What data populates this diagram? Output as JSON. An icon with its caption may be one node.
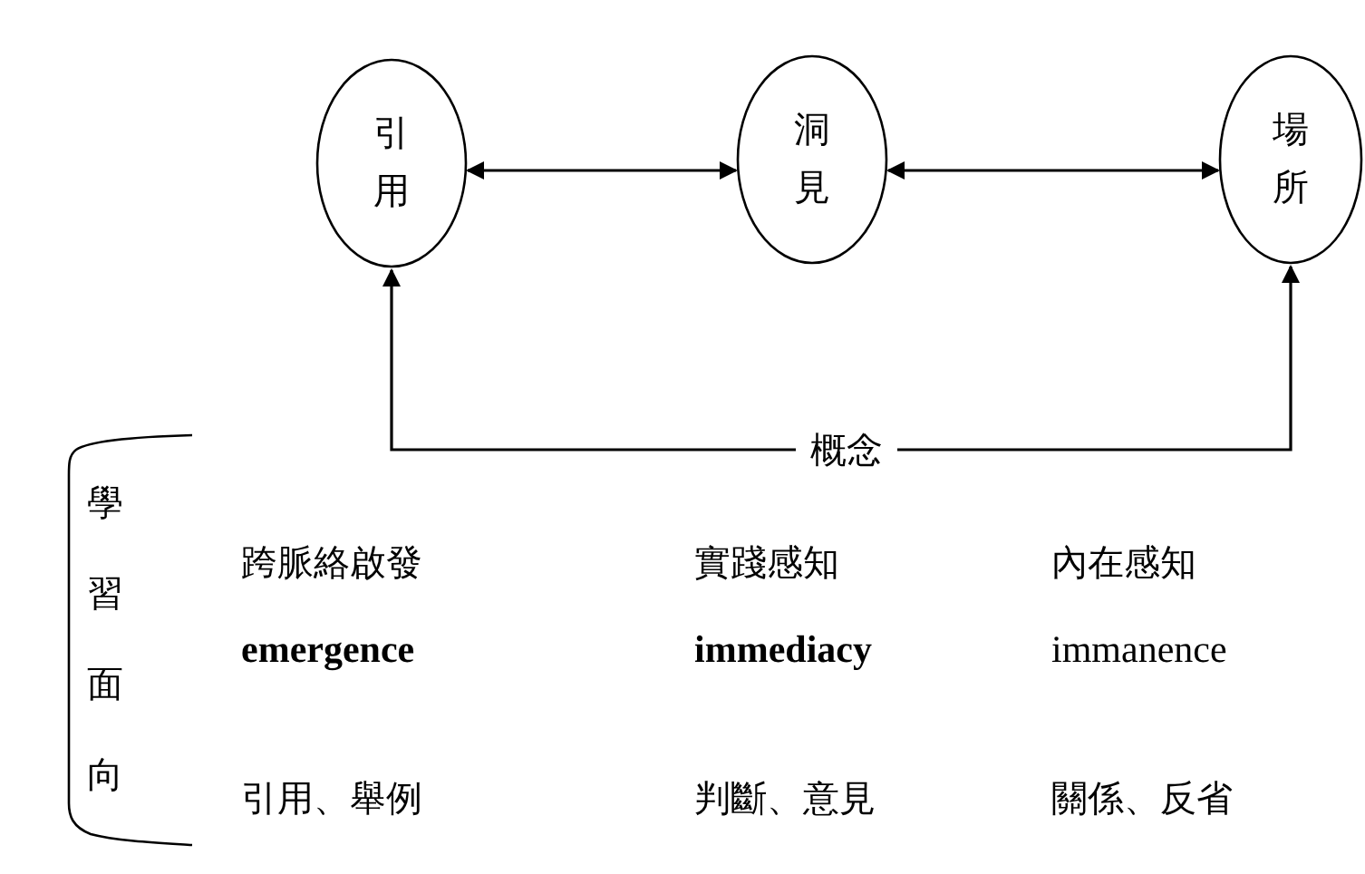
{
  "diagram": {
    "nodes": [
      {
        "text": [
          "引用"
        ]
      },
      {
        "text": [
          "洞見"
        ]
      },
      {
        "text": [
          "場所"
        ]
      },
      {
        "text": [
          "概念"
        ]
      },
      {
        "text": [
          "學習面向"
        ]
      }
    ],
    "edges": [
      {
        "from": 0,
        "to": 1,
        "arrow": "both"
      },
      {
        "from": 1,
        "to": 2,
        "arrow": "both"
      },
      {
        "from": 3,
        "to": 0,
        "arrow": "to"
      },
      {
        "from": 3,
        "to": 2,
        "arrow": "to"
      }
    ],
    "labels": [
      "跨脈絡啟發",
      "實踐感知",
      "內在感知",
      "emergence",
      "immediacy",
      "immanence",
      "引用、舉例",
      "判斷、意見",
      "關係、反省"
    ]
  }
}
